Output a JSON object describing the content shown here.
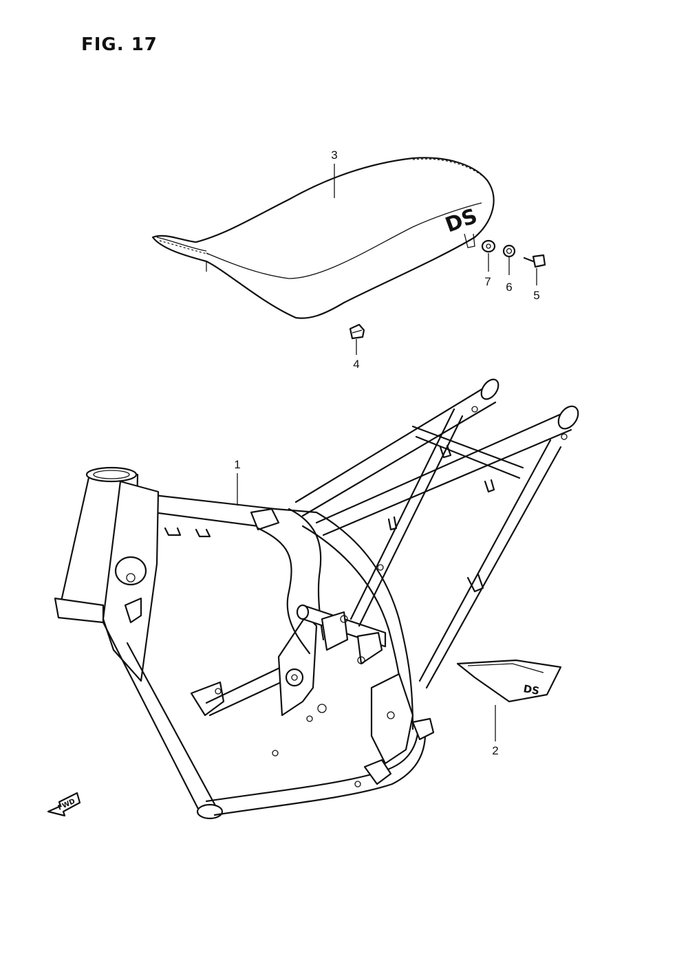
{
  "figure": {
    "title": "FIG. 17",
    "fwd_label": "FWD",
    "seat_logo": "DS",
    "guard_logo": "DS"
  },
  "callouts": [
    {
      "id": "1",
      "text": "1"
    },
    {
      "id": "2",
      "text": "2"
    },
    {
      "id": "3",
      "text": "3"
    },
    {
      "id": "4",
      "text": "4"
    },
    {
      "id": "5",
      "text": "5"
    },
    {
      "id": "6",
      "text": "6"
    },
    {
      "id": "7",
      "text": "7"
    }
  ]
}
